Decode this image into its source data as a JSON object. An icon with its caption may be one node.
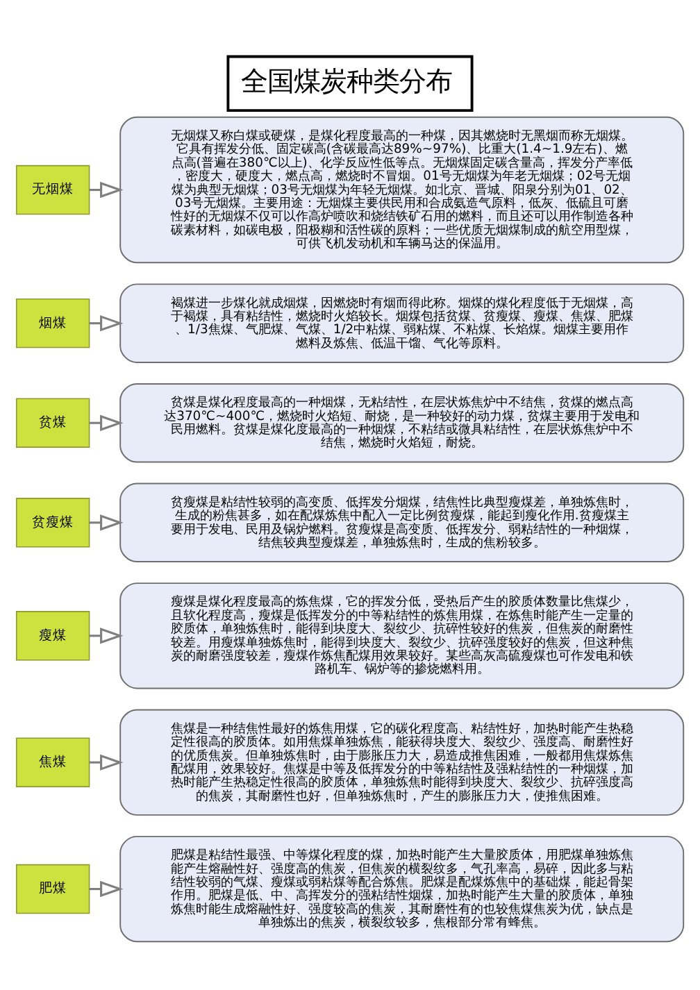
{
  "diagram": {
    "title": "全国煤炭种类分布",
    "nodes": [
      {
        "text": [
          "无烟煤"
        ]
      },
      {
        "text": [
          "无烟煤又称白煤或硬煤，是煤化程度最高的一种煤，因其燃烧时无黑烟而称无烟煤。它具有挥发分低、固定碳高(含碳最高达89%~97%)、比重大(1.4~1.9左右)、燃点高(普遍在380℃以上)、化学反应性低等点。无烟煤固定碳含量高，挥发分产率低，密度大，硬度大，燃点高，燃烧时不冒烟。01号无烟煤为年老无烟煤；02号无烟煤为典型无烟煤；03号无烟煤为年轻无烟煤。如北京、晋城、阳泉分别为01、02、03号无烟煤。主要用途：无烟煤主要供民用和合成氨造气原料，低灰、低硫且可磨性好的无烟煤不仅可以作高炉喷吹和烧结铁矿石用的燃料，而且还可以用作制造各种碳素材料，如碳电极，阳极糊和活性碳的原料；一些优质无烟煤制成的航空用型煤，可供飞机发动机和车辆马达的保温用。"
        ]
      },
      {
        "text": [
          "烟煤"
        ]
      },
      {
        "text": [
          "褐煤进一步煤化就成烟煤，因燃烧时有烟而得此称。烟煤的煤化程度低于无烟煤，高于褐煤，具有粘结性，燃烧时火焰较长。烟煤包括贫煤、贫瘦煤、瘦煤、焦煤、肥煤、1/3焦煤、气肥煤、气煤、1/2中粘煤、弱粘煤、不粘煤、长焰煤。烟煤主要用作燃料及炼焦、低温干馏、气化等原料。"
        ]
      },
      {
        "text": [
          "贫煤"
        ]
      },
      {
        "text": [
          "贫煤是煤化程度最高的一种烟煤，无粘结性，在层状炼焦炉中不结焦，贫煤的燃点高达370℃~400℃，燃烧时火焰短、耐烧，是一种较好的动力煤，贫煤主要用于发电和民用燃料。贫煤是煤化度最高的一种烟煤，不粘结或微具粘结性，在层状炼焦炉中不结焦，燃烧时火焰短，耐烧。"
        ]
      },
      {
        "text": [
          "贫瘦煤"
        ]
      },
      {
        "text": [
          "贫瘦煤是粘结性较弱的高变质、低挥发分烟煤，结焦性比典型瘦煤差，单独炼焦时，生成的粉焦甚多，如在配煤炼焦中配入一定比例贫瘦煤，能起到瘦化作用.贫瘦煤主要用于发电、民用及锅炉燃料。贫瘦煤是高变质、低挥发分、弱粘结性的一种烟煤，结焦较典型瘦煤差，单独炼焦时，生成的焦粉较多。"
        ]
      },
      {
        "text": [
          "瘦煤"
        ]
      },
      {
        "text": [
          "瘦煤是煤化程度最高的炼焦煤，它的挥发分低，受热后产生的胶质体数量比焦煤少，且软化程度高，瘦煤是低挥发分的中等粘结性的炼焦用煤，在炼焦时能产生一定量的胶质体，单独炼焦时，能得到块度大、裂纹少、抗碎性较好的焦炭，但焦炭的耐磨性较差。用瘦煤单独炼焦时，能得到块度大、裂纹少、抗碎强度较好的焦炭，但这种焦炭的耐磨强度较差，瘦煤作炼焦配煤用效果较好。某些高灰高硫瘦煤也可作发电和铁路机车、锅炉等的掺烧燃料用。"
        ]
      },
      {
        "text": [
          "焦煤"
        ]
      },
      {
        "text": [
          "焦煤是一种结焦性最好的炼焦用煤，它的碳化程度高、粘结性好，加热时能产生热稳定性很高的胶质体。如用焦煤单独炼焦，能获得块度大、裂纹少、强度高、耐磨性好的优质焦炭。但单独炼焦时，由于膨胀压力大，易造成推焦困难，一般都用焦煤炼焦配煤用，效果较好。焦煤是中等及低挥发分的中等粘结性及强粘结性的一种烟煤，加热时能产生热稳定性很高的胶质体，单独炼焦时能得到块度大、裂纹少、抗碎强度高的焦炭，其耐磨性也好，但单独炼焦时，产生的膨胀压力大，使推焦困难。"
        ]
      },
      {
        "text": [
          "肥煤"
        ]
      },
      {
        "text": [
          "肥煤是粘结性最强、中等煤化程度的煤，加热时能产生大量胶质体，用肥煤单独炼焦能产生熔融性好、强度高的焦炭，但焦炭的横裂纹多，气孔率高，易碎，因此多与粘结性较弱的气煤、瘦煤或弱粘煤等配合炼焦。肥煤是配煤炼焦中的基础煤，能起骨架作用。肥煤是低、中、高挥发分的强粘结性烟煤，加热时能产生大量的胶质体，单独炼焦时能生成熔融性好、强度较高的焦炭，其耐磨性有的也较焦煤焦炭为优，缺点是单独炼出的焦炭，横裂纹较多，焦根部分常有蜂焦。"
        ]
      }
    ],
    "edges": [
      {
        "from": 0,
        "to": 1,
        "arrow": "to"
      },
      {
        "from": 2,
        "to": 3,
        "arrow": "to"
      },
      {
        "from": 4,
        "to": 5,
        "arrow": "to"
      },
      {
        "from": 6,
        "to": 7,
        "arrow": "to"
      },
      {
        "from": 8,
        "to": 9,
        "arrow": "to"
      },
      {
        "from": 10,
        "to": 11,
        "arrow": "to"
      },
      {
        "from": 12,
        "to": 13,
        "arrow": "to"
      }
    ]
  }
}
